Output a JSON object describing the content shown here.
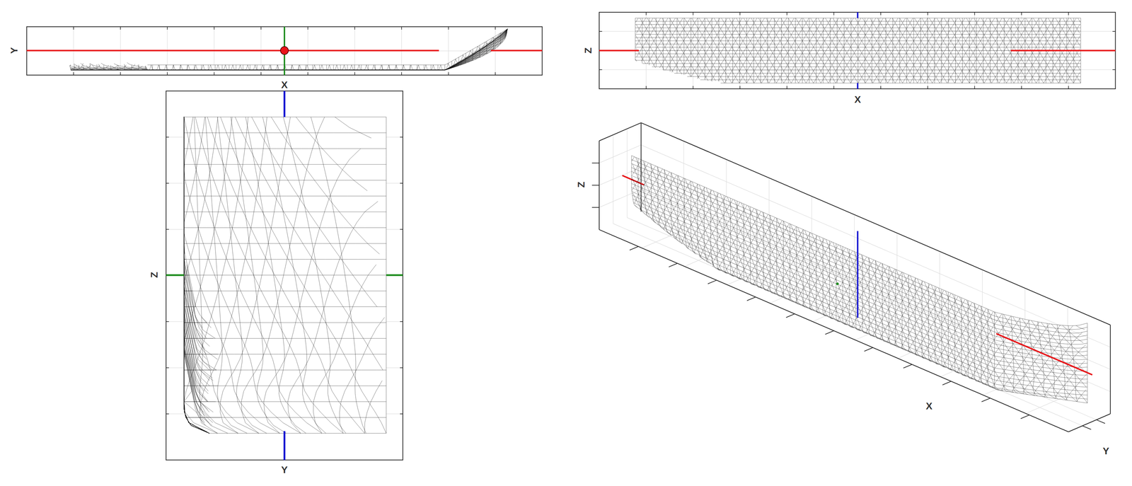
{
  "diagram": {
    "labels": [
      "Y",
      "X",
      "Z",
      "Y",
      "Z",
      "X",
      "Z",
      "X",
      "Y"
    ]
  }
}
